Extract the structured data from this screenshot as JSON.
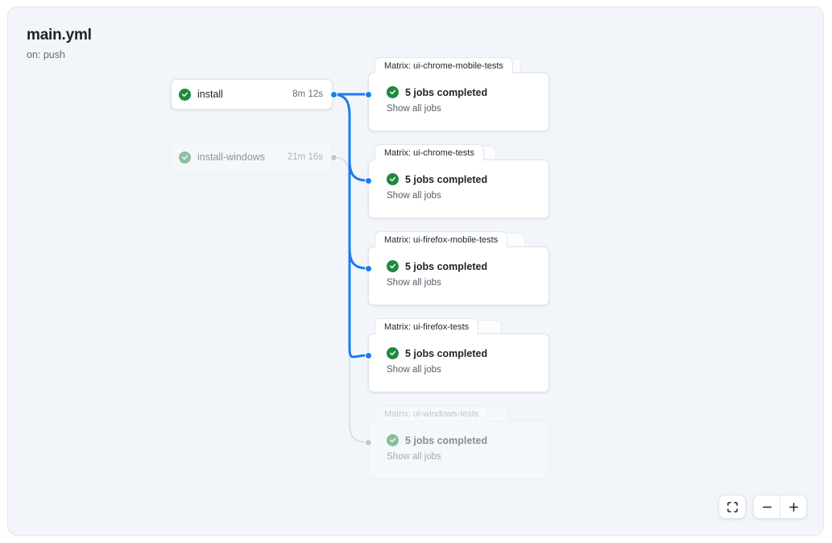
{
  "workflow": {
    "title": "main.yml",
    "trigger": "on: push"
  },
  "jobs": [
    {
      "name": "install",
      "duration": "8m 12s",
      "status": "success",
      "dimmed": false
    },
    {
      "name": "install-windows",
      "duration": "21m 16s",
      "status": "success",
      "dimmed": true
    }
  ],
  "matrix_groups": [
    {
      "tab_label": "Matrix: ui-chrome-mobile-tests",
      "summary": "5 jobs completed",
      "show_all": "Show all jobs",
      "status": "success",
      "dimmed": false
    },
    {
      "tab_label": "Matrix: ui-chrome-tests",
      "summary": "5 jobs completed",
      "show_all": "Show all jobs",
      "status": "success",
      "dimmed": false
    },
    {
      "tab_label": "Matrix: ui-firefox-mobile-tests",
      "summary": "5 jobs completed",
      "show_all": "Show all jobs",
      "status": "success",
      "dimmed": false
    },
    {
      "tab_label": "Matrix: ui-firefox-tests",
      "summary": "5 jobs completed",
      "show_all": "Show all jobs",
      "status": "success",
      "dimmed": false
    },
    {
      "tab_label": "Matrix: ui-windows-tests",
      "summary": "5 jobs completed",
      "show_all": "Show all jobs",
      "status": "success",
      "dimmed": true
    }
  ],
  "controls": {
    "fit_view": "fit-view",
    "zoom_out": "zoom-out",
    "zoom_in": "zoom-in"
  },
  "colors": {
    "canvas_bg": "#f2f6fa",
    "edge_active": "#1b7ced",
    "edge_inactive": "#d4dae1",
    "status_success": "#1f883d",
    "text_primary": "#1f2328",
    "text_muted": "#636c76"
  }
}
